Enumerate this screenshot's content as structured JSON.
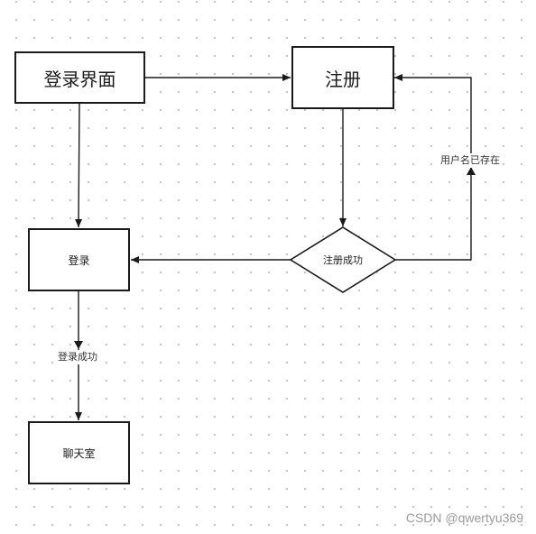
{
  "nodes": {
    "login_ui": "登录界面",
    "register": "注册",
    "login": "登录",
    "register_success": "注册成功",
    "chatroom": "聊天室"
  },
  "edge_labels": {
    "user_exists": "用户名已存在",
    "login_success": "登录成功"
  },
  "watermark": "CSDN @qwertyu369",
  "colors": {
    "stroke": "#1a1a1a",
    "dot_grid": "#c4c4c4",
    "watermark": "#9a9a9a"
  }
}
